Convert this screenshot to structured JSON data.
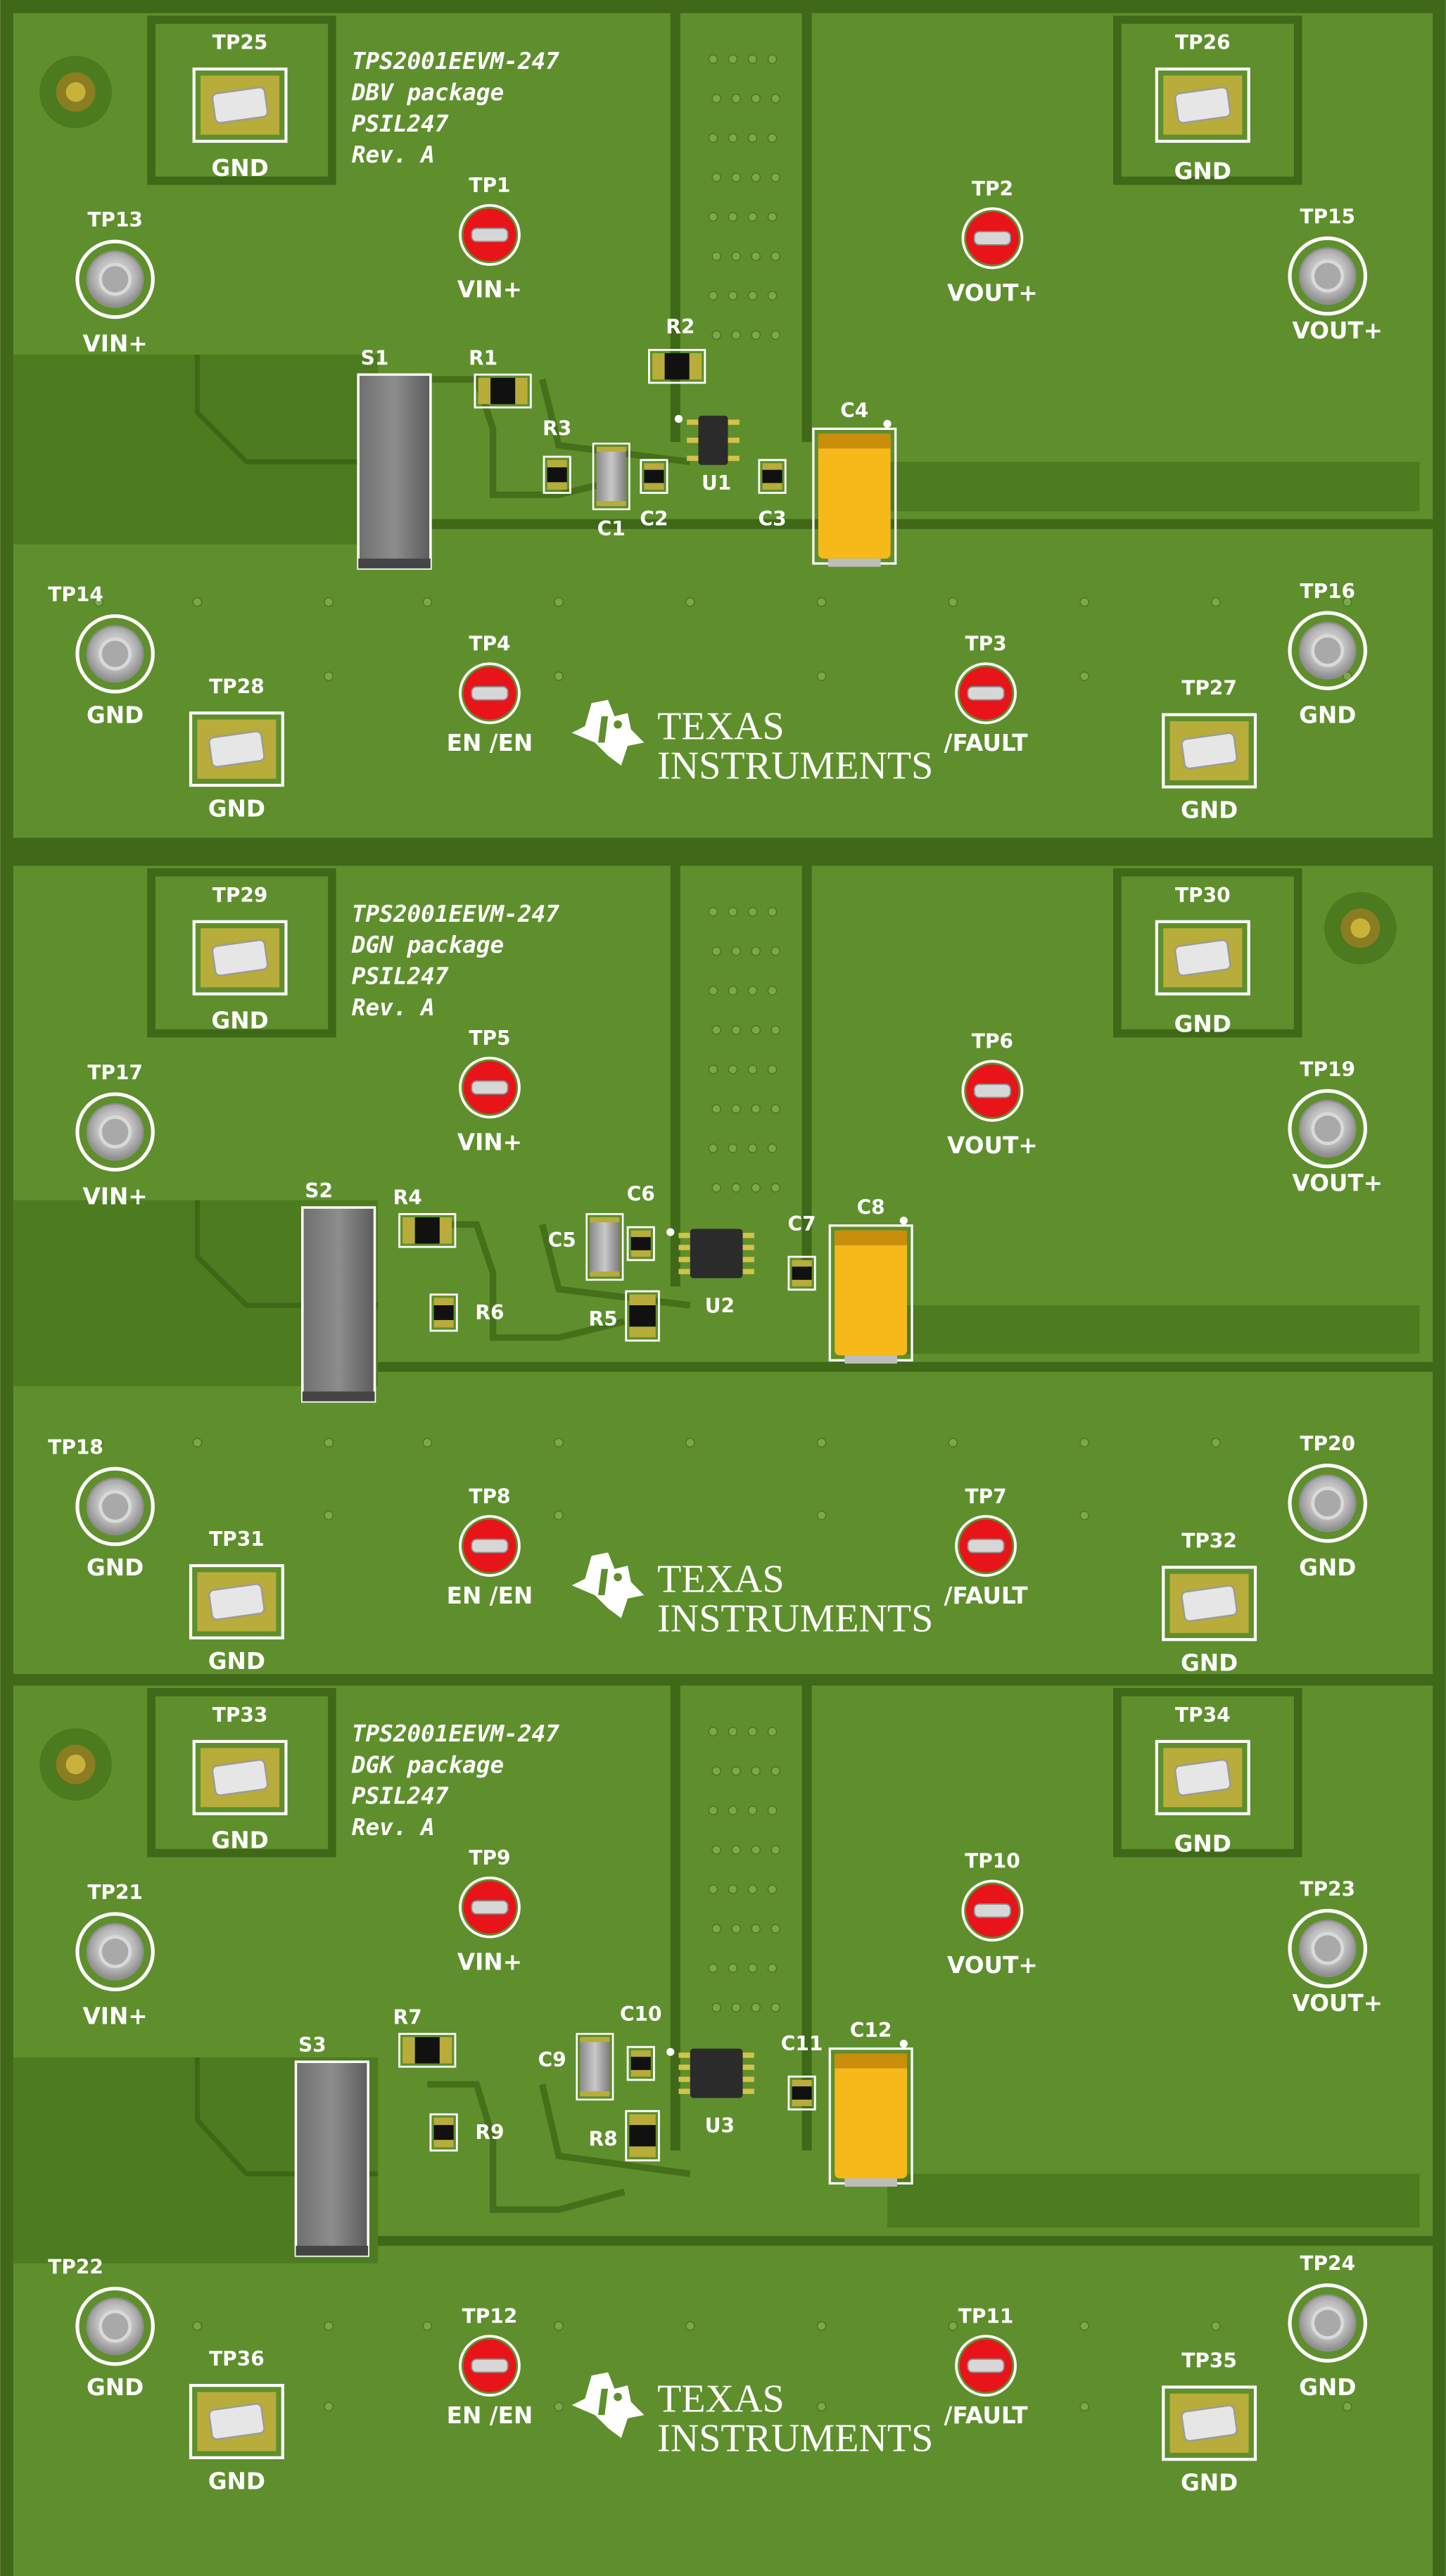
{
  "colors": {
    "board": "#5e8f2c",
    "copper": "#4d7b1f",
    "trace": "#456f1b",
    "gap": "#3f6818",
    "silk": "#ffffff",
    "red_tp": "#e8141a",
    "pad_gold": "#b8ac3a",
    "tant": "#f7b81a"
  },
  "boards": [
    {
      "info": [
        "TPS2001EEVM-247",
        "DBV package",
        "PSIL247",
        "Rev. A"
      ],
      "tp_gnd_tl": {
        "ref": "TP25",
        "net": "GND"
      },
      "tp_gnd_tr": {
        "ref": "TP26",
        "net": "GND"
      },
      "tp_vin_red": {
        "ref": "TP1",
        "net": "VIN+"
      },
      "tp_vout_red": {
        "ref": "TP2",
        "net": "VOUT+"
      },
      "tp_vin_ring": {
        "ref": "TP13",
        "net": "VIN+"
      },
      "tp_vout_ring": {
        "ref": "TP15",
        "net": "VOUT+"
      },
      "tp_gnd_ring_l": {
        "ref": "TP14",
        "net": "GND"
      },
      "tp_gnd_ring_r": {
        "ref": "TP16",
        "net": "GND"
      },
      "tp_en_red": {
        "ref": "TP4",
        "net": "EN /EN"
      },
      "tp_fault_red": {
        "ref": "TP3",
        "net": "/FAULT"
      },
      "tp_gnd_bl": {
        "ref": "TP28",
        "net": "GND"
      },
      "tp_gnd_br": {
        "ref": "TP27",
        "net": "GND"
      },
      "switch": "S1",
      "r_a": "R1",
      "r_b": "R3",
      "r_c": "R2",
      "c_in": "C1",
      "c_a": "C2",
      "c_b": "C3",
      "c_out": "C4",
      "ic": "U1"
    },
    {
      "info": [
        "TPS2001EEVM-247",
        "DGN package",
        "PSIL247",
        "Rev. A"
      ],
      "tp_gnd_tl": {
        "ref": "TP29",
        "net": "GND"
      },
      "tp_gnd_tr": {
        "ref": "TP30",
        "net": "GND"
      },
      "tp_vin_red": {
        "ref": "TP5",
        "net": "VIN+"
      },
      "tp_vout_red": {
        "ref": "TP6",
        "net": "VOUT+"
      },
      "tp_vin_ring": {
        "ref": "TP17",
        "net": "VIN+"
      },
      "tp_vout_ring": {
        "ref": "TP19",
        "net": "VOUT+"
      },
      "tp_gnd_ring_l": {
        "ref": "TP18",
        "net": "GND"
      },
      "tp_gnd_ring_r": {
        "ref": "TP20",
        "net": "GND"
      },
      "tp_en_red": {
        "ref": "TP8",
        "net": "EN /EN"
      },
      "tp_fault_red": {
        "ref": "TP7",
        "net": "/FAULT"
      },
      "tp_gnd_bl": {
        "ref": "TP31",
        "net": "GND"
      },
      "tp_gnd_br": {
        "ref": "TP32",
        "net": "GND"
      },
      "switch": "S2",
      "r_a": "R4",
      "r_b": "R6",
      "r_c": "R5",
      "c_in": "C5",
      "c_a": "C6",
      "c_b": "C7",
      "c_out": "C8",
      "ic": "U2"
    },
    {
      "info": [
        "TPS2001EEVM-247",
        "DGK package",
        "PSIL247",
        "Rev. A"
      ],
      "tp_gnd_tl": {
        "ref": "TP33",
        "net": "GND"
      },
      "tp_gnd_tr": {
        "ref": "TP34",
        "net": "GND"
      },
      "tp_vin_red": {
        "ref": "TP9",
        "net": "VIN+"
      },
      "tp_vout_red": {
        "ref": "TP10",
        "net": "VOUT+"
      },
      "tp_vin_ring": {
        "ref": "TP21",
        "net": "VIN+"
      },
      "tp_vout_ring": {
        "ref": "TP23",
        "net": "VOUT+"
      },
      "tp_gnd_ring_l": {
        "ref": "TP22",
        "net": "GND"
      },
      "tp_gnd_ring_r": {
        "ref": "TP24",
        "net": "GND"
      },
      "tp_en_red": {
        "ref": "TP12",
        "net": "EN /EN"
      },
      "tp_fault_red": {
        "ref": "TP11",
        "net": "/FAULT"
      },
      "tp_gnd_bl": {
        "ref": "TP36",
        "net": "GND"
      },
      "tp_gnd_br": {
        "ref": "TP35",
        "net": "GND"
      },
      "switch": "S3",
      "r_a": "R7",
      "r_b": "R9",
      "r_c": "R8",
      "c_in": "C9",
      "c_a": "C10",
      "c_b": "C11",
      "c_out": "C12",
      "ic": "U3"
    }
  ],
  "logo": {
    "line1": "TEXAS",
    "line2": "INSTRUMENTS"
  }
}
